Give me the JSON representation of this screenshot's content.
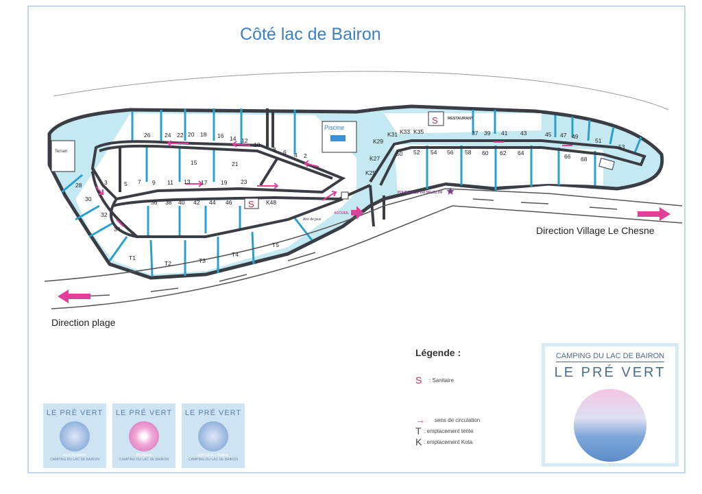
{
  "title": "Côté lac de Bairon",
  "directions": {
    "village": "Direction  Village Le Chesne",
    "plage": "Direction plage"
  },
  "places": {
    "terrain": "Terrain",
    "piscine": "Piscine",
    "restaurant": "RESTAURANT",
    "sanitaire_symbol": "S",
    "poubelles": "POUBELLES TRI SELECTIF",
    "aire_de_jeux": "Aire de jeux",
    "accueil": "ACCUEIL"
  },
  "plots": [
    "26",
    "24",
    "22",
    "20",
    "18",
    "16",
    "14",
    "12",
    "10",
    "8",
    "6",
    "4",
    "2",
    "15",
    "21",
    "1",
    "3",
    "5",
    "7",
    "9",
    "11",
    "13",
    "17",
    "19",
    "23",
    "28",
    "30",
    "32",
    "34",
    "36",
    "38",
    "40",
    "42",
    "44",
    "46",
    "K48",
    "T1",
    "T2",
    "T3",
    "T4",
    "T5",
    "K29",
    "K31",
    "K33",
    "K35",
    "K27",
    "K25",
    "37",
    "39",
    "41",
    "43",
    "45",
    "47",
    "49",
    "51",
    "53",
    "50",
    "52",
    "54",
    "56",
    "58",
    "60",
    "62",
    "64",
    "66",
    "68"
  ],
  "legend": {
    "title": "Légende :",
    "items": [
      {
        "key": "S",
        "label": ": Sanitaire"
      },
      {
        "key": "→",
        "label": "sens de circulation"
      },
      {
        "key": "T",
        "label": ": emplacement tente"
      },
      {
        "key": "K",
        "label": ": emplacement Kota"
      }
    ]
  },
  "logo": {
    "line1": "CAMPING DU LAC DE BAIRON",
    "line2": "LE PRÉ VERT"
  },
  "badges": [
    {
      "title": "LE PRÉ VERT",
      "subtitle": "RESTAURANT",
      "footer": "CAMPING DU LAC DE BAIRON"
    },
    {
      "title": "LE PRÉ VERT",
      "subtitle": "PIZZERIA",
      "footer": "CAMPING DU LAC DE BAIRON"
    },
    {
      "title": "LE PRÉ VERT",
      "subtitle": "EPICERIE / SNACK",
      "footer": "CAMPING DU LAC DE BAIRON"
    }
  ],
  "colors": {
    "title": "#3d7fc1",
    "water": "#c4e9f2",
    "road": "#3a3d44",
    "divider": "#2aa0cc",
    "arrow": "#e0409a",
    "plot_mark": "#d9b6e6"
  }
}
